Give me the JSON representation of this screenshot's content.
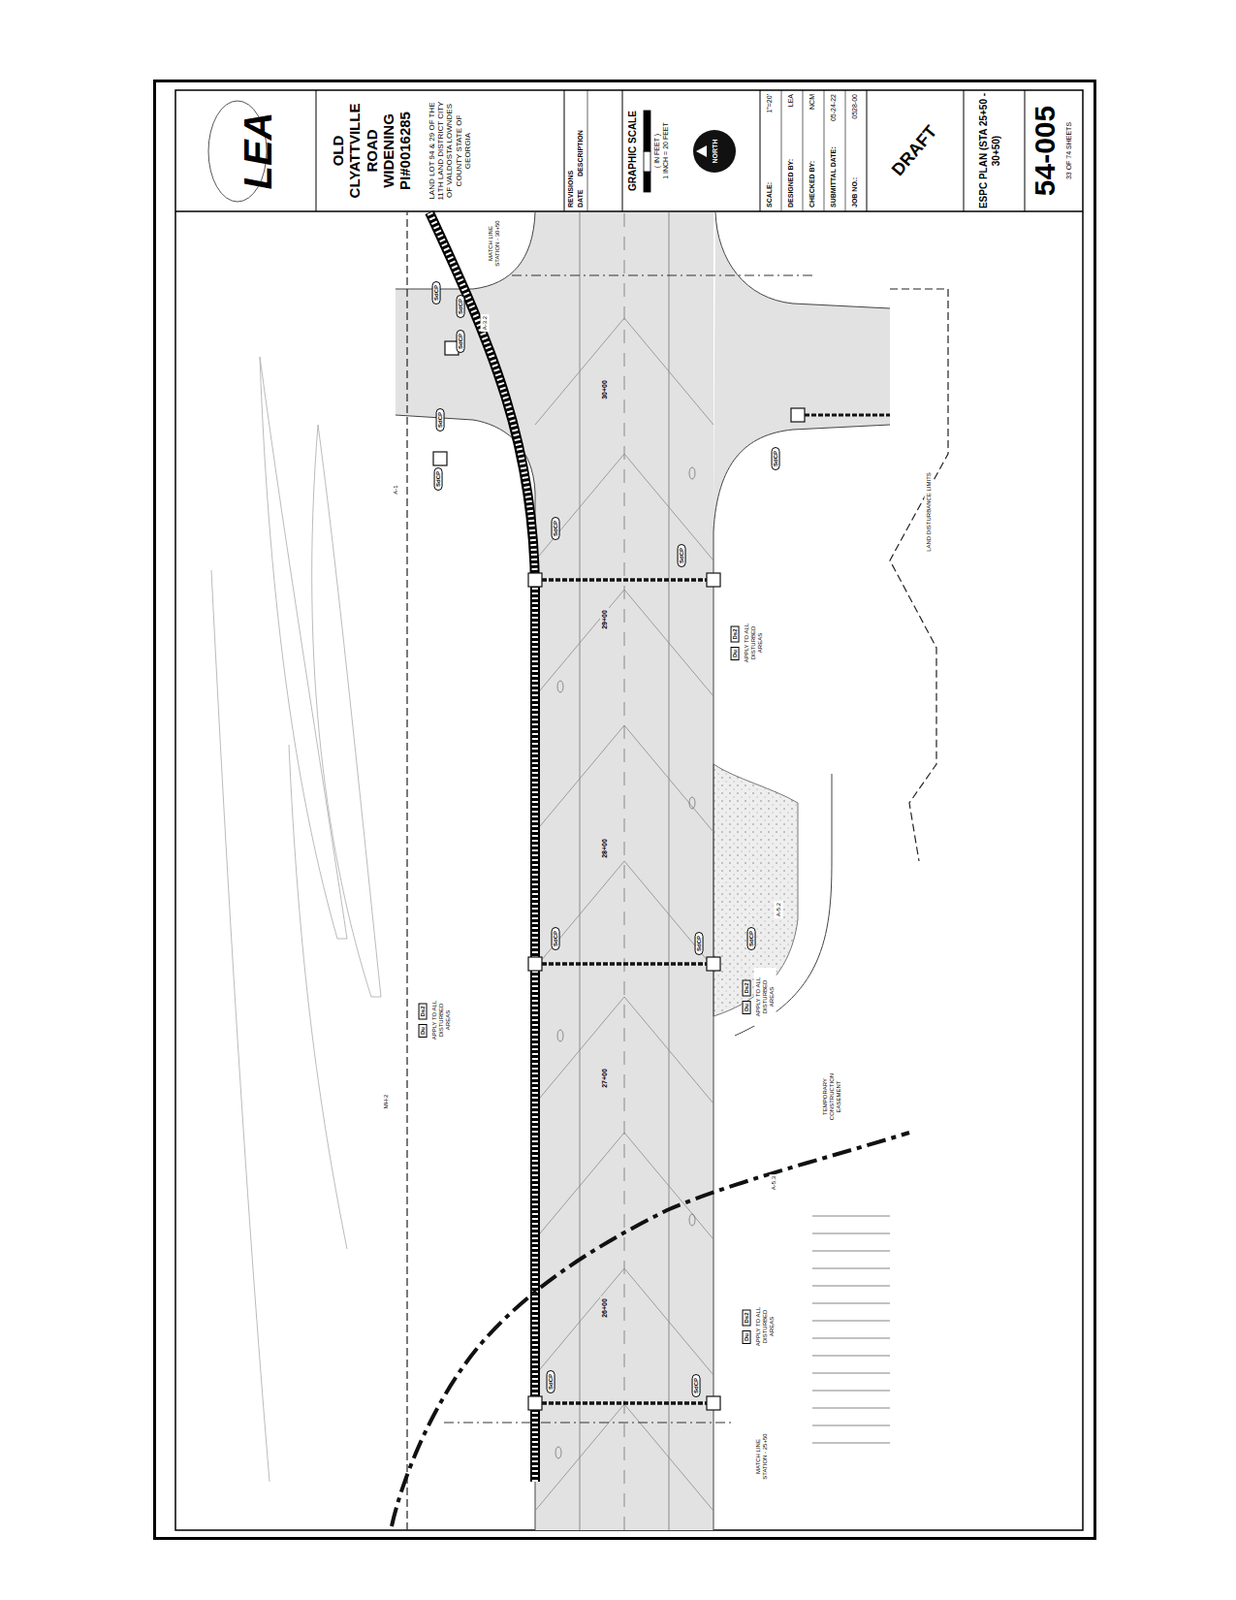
{
  "diagram": {
    "nodes": [
      {
        "text": [
          "LEA"
        ]
      },
      {
        "text": [
          "OLD CLYATTVILLE ROAD WIDENING PI#0016285",
          "LAND LOT 94 & 29 OF THE 11TH LAND DISTRICT CITY OF VALDOSTA LOWNDES COUNTY STATE OF GEORGIA"
        ]
      },
      {
        "text": [
          "REVISIONS",
          "DATE",
          "DESCRIPTION"
        ]
      },
      {
        "text": [
          "GRAPHIC SCALE",
          "( IN FEET )",
          "1 INCH = 20 FEET",
          "NORTH"
        ]
      },
      {
        "text": [
          "SCALE:",
          "1\"=20'",
          "DESIGNED BY:",
          "LEA",
          "CHECKED BY:",
          "NCM",
          "SUBMITTAL DATE:",
          "05-24-22",
          "JOB NO.:",
          "0528-00"
        ]
      },
      {
        "text": [
          "DRAFT"
        ]
      },
      {
        "text": [
          "ESPC PLAN (STA 25+50 - 30+50)"
        ]
      },
      {
        "text": [
          "54-005",
          "33 OF 74 SHEETS"
        ]
      }
    ],
    "labels": [
      "MATCH LINE STATION - 30+50",
      "MATCH LINE STATION - 25+50",
      "26+00",
      "27+00",
      "28+00",
      "29+00",
      "30+00",
      "SdCP",
      "SdCP",
      "SdCP",
      "SdCP",
      "SdCP",
      "SdCP",
      "SdCP",
      "SdCP",
      "SdCP",
      "SdCP",
      "SdCP",
      "SdCP",
      "SdCP",
      "Du",
      "Ds2",
      "APPLY TO ALL DISTURBED AREAS",
      "Du",
      "Ds2",
      "APPLY TO ALL DISTURBED AREAS",
      "Du",
      "Ds2",
      "APPLY TO ALL DISTURBED AREAS",
      "Du",
      "Ds2",
      "APPLY TO ALL DISTURBED AREAS",
      "LAND DISTURBANCE LIMITS",
      "TEMPORARY CONSTRUCTION EASEMENT",
      "A-1",
      "A-3.2",
      "A-5.2",
      "A-5.3",
      "MH-2"
    ]
  }
}
